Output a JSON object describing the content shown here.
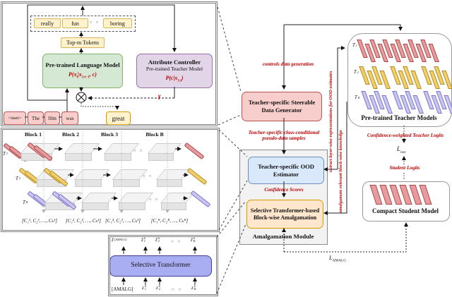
{
  "panel1": {
    "output_tokens": [
      "really",
      "fun",
      "boring"
    ],
    "dots": "○ ○",
    "top_m_label": "Top-m Tokens",
    "plm": {
      "title": "Pre-trained Language Model",
      "formula": {
        "pre": "P(x",
        "sub1": "t",
        "mid": "|x",
        "sub2": "1:t−1",
        "post": ", c)"
      }
    },
    "controller": {
      "title": "Attribute Controller",
      "subtitle": "Pre-trained Teacher Model",
      "formula": {
        "pre": "P(c|x",
        "sub": "1:t",
        "post": ")"
      }
    },
    "input_tokens": [
      "<start>",
      "The",
      "film",
      "was"
    ],
    "sampled_token": "great",
    "gamma": "γ"
  },
  "panel2": {
    "block_labels": [
      "Block 1",
      "Block 2",
      "Block 3",
      "Block B"
    ],
    "teachers": [
      {
        "base": "T",
        "sub": "1"
      },
      {
        "base": "T",
        "sub": "2"
      },
      {
        "base": "T",
        "sub": "K"
      }
    ],
    "dots": "○ ○",
    "class_sets": [
      "[C₁¹, C₂¹, …, Cₖ¹]",
      "[C₁², C₂², …, Cₖ²]",
      "[C₁³, C₂³, …, Cₖ³]",
      "[C₁ᴮ, C₂ᴮ, …, Cₖᴮ]"
    ]
  },
  "panel3": {
    "transformer_label": "Selective Transformer",
    "dots": "○ ○",
    "top_labels": [
      {
        "base": "ẑ",
        "sup": "[AMALG]"
      },
      {
        "base": "ẑ",
        "sup": "b",
        "sub": "1"
      },
      {
        "base": "ẑ",
        "sup": "b",
        "sub": "2"
      },
      {
        "base": "ẑ",
        "sup": "b",
        "sub": "K"
      }
    ],
    "bottom_labels": [
      {
        "base": "[AMALG]"
      },
      {
        "base": "z",
        "sup": "b",
        "sub": "1"
      },
      {
        "base": "z",
        "sup": "b",
        "sub": "2"
      },
      {
        "base": "z",
        "sup": "b",
        "sub": "K"
      }
    ]
  },
  "pipeline": {
    "controls_label": "controls data generation",
    "generator_title": "Teacher-specific Steerable Data Generator",
    "pseudo_samples_label": "Teacher-specific class-conditional pseudo-data samples",
    "ood_title": "Teacher-specific OOD Estimator",
    "confidence_label": "Confidence Scores",
    "amalgamation_title": "Selective Transformer-based Block-wise Amalgamation",
    "module_label": "Amalgamation Module",
    "extract_label": "extract layer-wise representations for OOD estimates",
    "amalgamate_label": "amalgamate relevant block-wise knowledge"
  },
  "right": {
    "teachers_title": "Pre-trained Teacher Models",
    "teachers": [
      {
        "base": "T",
        "sub": "1"
      },
      {
        "base": "T",
        "sub": "2"
      },
      {
        "base": "T",
        "sub": "K"
      }
    ],
    "teacher_logits_label": "Confidence-weighted Teacher Logits",
    "l_out": {
      "base": "L",
      "sub": "out"
    },
    "student_logits_label": "Student Logits",
    "student_title": "Compact Student Model",
    "l_amalg": {
      "base": "L",
      "sub": "AMALG"
    }
  },
  "colors": {
    "annotation_red": "#c00000",
    "pink_fill": "#f8cecc",
    "pink_border": "#b85450",
    "green_fill": "#d5e8d4",
    "green_border": "#82b366",
    "purple_fill": "#e1d5e7",
    "purple_border": "#9673a6",
    "yellow_fill": "#fff2cc",
    "yellow_border": "#d6b656",
    "blue_fill": "#dae8fc",
    "blue_border": "#6c8ebf",
    "orange_fill": "#ffe6cc",
    "orange_border": "#d79b00",
    "lavender_fill": "#a9aef2"
  }
}
